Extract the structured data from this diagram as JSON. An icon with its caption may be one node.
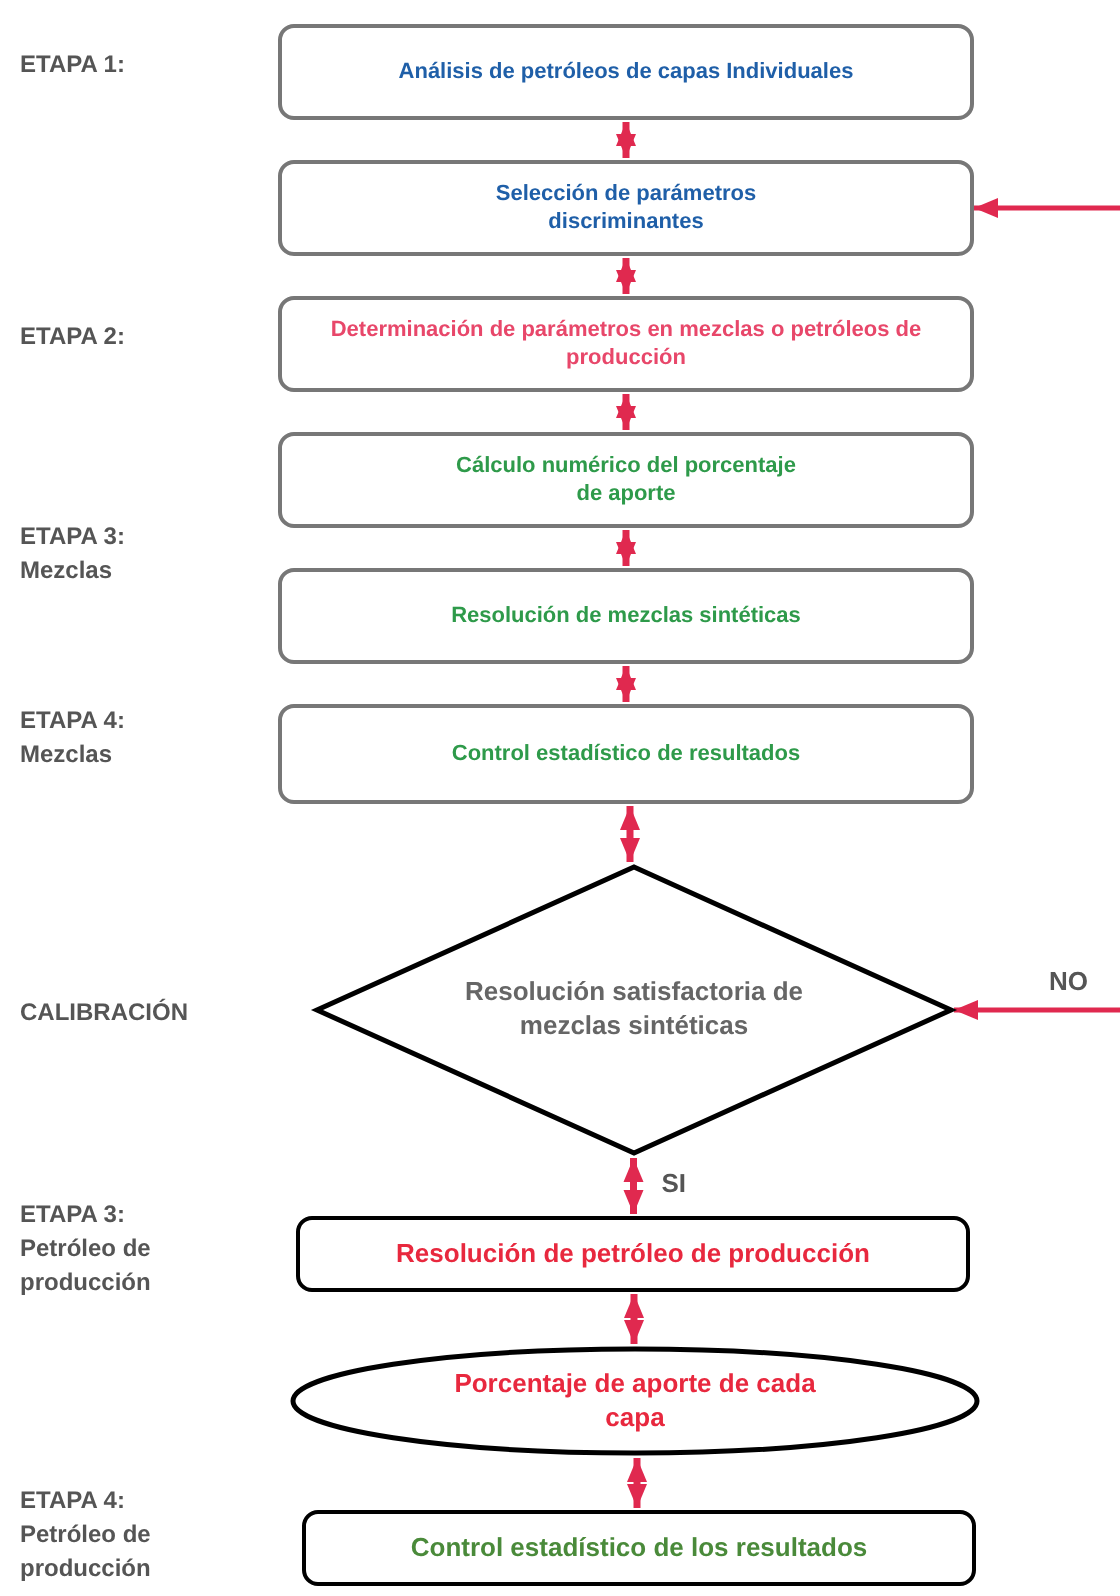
{
  "diagram": {
    "nodes": [
      {
        "text": [
          "Análisis de petróleos de capas Individuales"
        ]
      },
      {
        "text": [
          "Selección de parámetros discriminantes"
        ]
      },
      {
        "text": [
          "Determinación de parámetros en mezclas o petróleos de producción"
        ]
      },
      {
        "text": [
          "Cálculo numérico del porcentaje de aporte"
        ]
      },
      {
        "text": [
          "Resolución de mezclas sintéticas"
        ]
      },
      {
        "text": [
          "Control estadístico de resultados"
        ]
      },
      {
        "text": [
          "Resolución satisfactoria de mezclas sintéticas"
        ]
      },
      {
        "text": [
          "Resolución de petróleo de producción"
        ]
      },
      {
        "text": [
          "Porcentaje de aporte de cada capa"
        ]
      },
      {
        "text": [
          "Control estadístico de los resultados"
        ]
      }
    ],
    "edges": [
      {
        "from": 0,
        "to": 1,
        "arrow": "both"
      },
      {
        "from": 1,
        "to": 2,
        "arrow": "both"
      },
      {
        "from": 2,
        "to": 3,
        "arrow": "both"
      },
      {
        "from": 3,
        "to": 4,
        "arrow": "both"
      },
      {
        "from": 4,
        "to": 5,
        "arrow": "both"
      },
      {
        "from": 5,
        "to": 6,
        "arrow": "both"
      },
      {
        "from": 6,
        "to": 7,
        "arrow": "both",
        "label": "SI"
      },
      {
        "from": 7,
        "to": 8,
        "arrow": "both"
      },
      {
        "from": 8,
        "to": 9,
        "arrow": "both"
      },
      {
        "from": null,
        "to": 1,
        "arrow": "to"
      },
      {
        "from": null,
        "to": 6,
        "arrow": "to",
        "label": "NO"
      }
    ],
    "labels": [
      "ETAPA 1:",
      "ETAPA 2:",
      "ETAPA 3: Mezclas",
      "ETAPA 4: Mezclas",
      "CALIBRACIÓN",
      "ETAPA 3: Petróleo de producción",
      "ETAPA 4: Petróleo de producción"
    ]
  }
}
